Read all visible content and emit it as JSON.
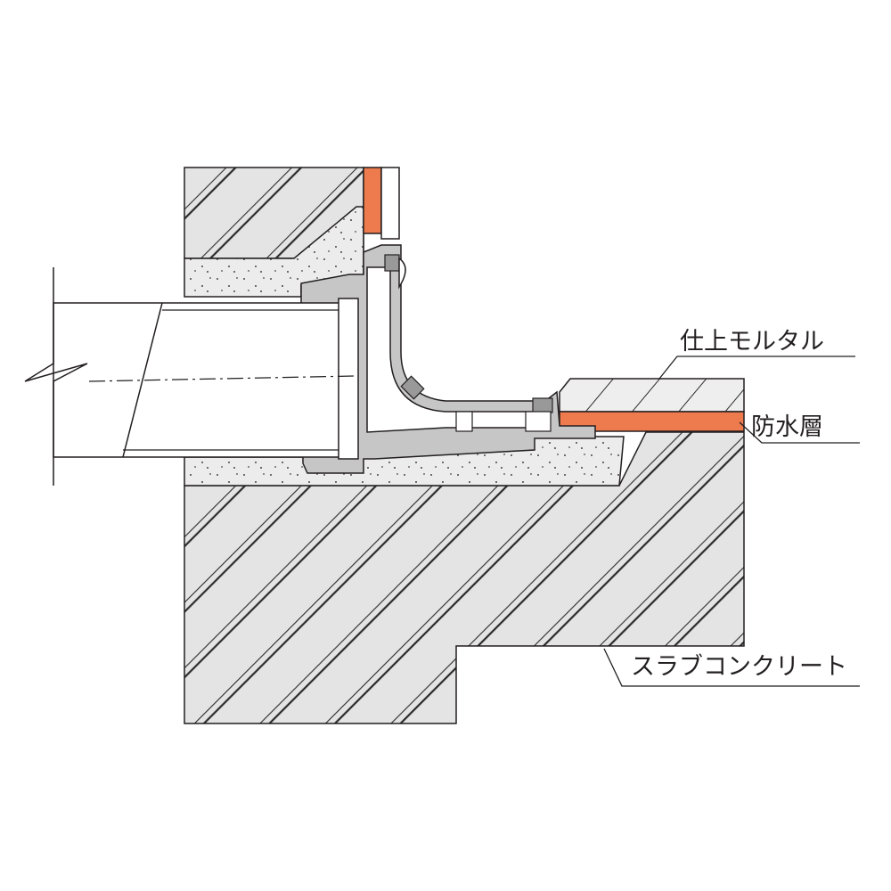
{
  "labels": {
    "finish_mortar": "仕上モルタル",
    "waterproof_layer": "防水層",
    "slab_concrete": "スラブコンクリート"
  },
  "colors": {
    "concrete_fill": "#e4e4e4",
    "hatch_line": "#2b2b2b",
    "mortar_fill": "#eeeeee",
    "waterproof_layer": "#ee7b4d",
    "drain_body": "#c6c6c6",
    "pipe_fill": "#ffffff",
    "outline": "#231f20",
    "leader_line": "#231f20"
  }
}
